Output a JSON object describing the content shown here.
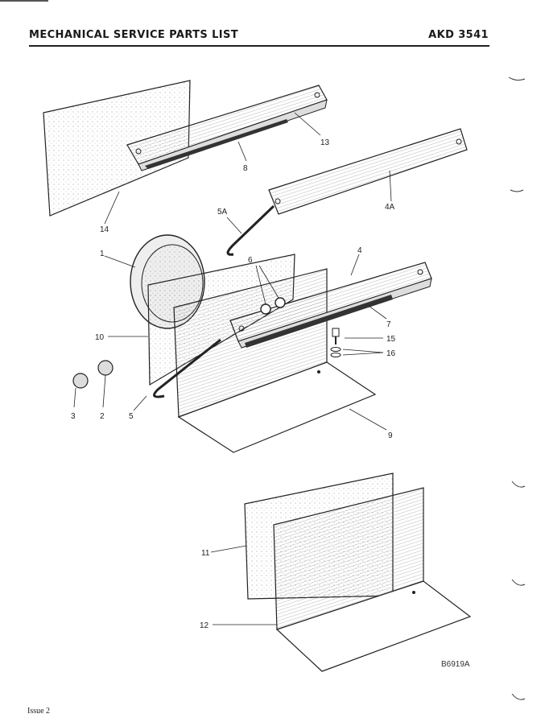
{
  "header": {
    "title": "MECHANICAL SERVICE PARTS LIST",
    "code": "AKD 3541"
  },
  "footer": {
    "issue": "Issue 2"
  },
  "drawing_ref": "B6919A",
  "callouts": {
    "c1": "1",
    "c2": "2",
    "c3": "3",
    "c4": "4",
    "c4a": "4A",
    "c5": "5",
    "c5a": "5A",
    "c6": "6",
    "c7": "7",
    "c8": "8",
    "c9": "9",
    "c10": "10",
    "c11": "11",
    "c12": "12",
    "c13": "13",
    "c14": "14",
    "c15": "15",
    "c16": "16"
  }
}
